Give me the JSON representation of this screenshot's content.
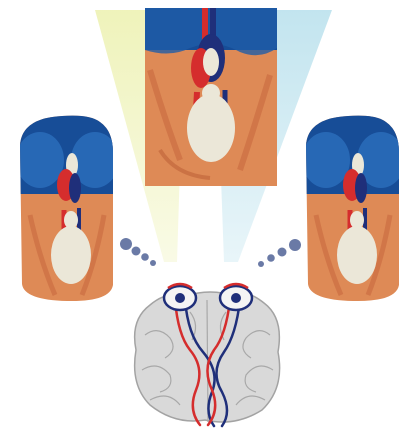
{
  "figure": {
    "colors": {
      "background": "#ffffff",
      "dark_blue": "#174d97",
      "mid_blue": "#2f73c2",
      "orange": "#de8a56",
      "orange_dark": "#c8693f",
      "cream": "#ebe7d8",
      "red": "#d52d2d",
      "navy": "#1f2f7a",
      "brain_fill": "#d9d9d9",
      "brain_line": "#a3a3a3",
      "beam_left": "#eef2b7",
      "beam_right": "#bfe3ee",
      "dot": "#6a7aa6"
    },
    "panels": [
      "top-image-panel",
      "left-image-panel",
      "right-image-panel"
    ],
    "icons": [
      "brain-icon",
      "left-eye-icon",
      "right-eye-icon"
    ]
  }
}
